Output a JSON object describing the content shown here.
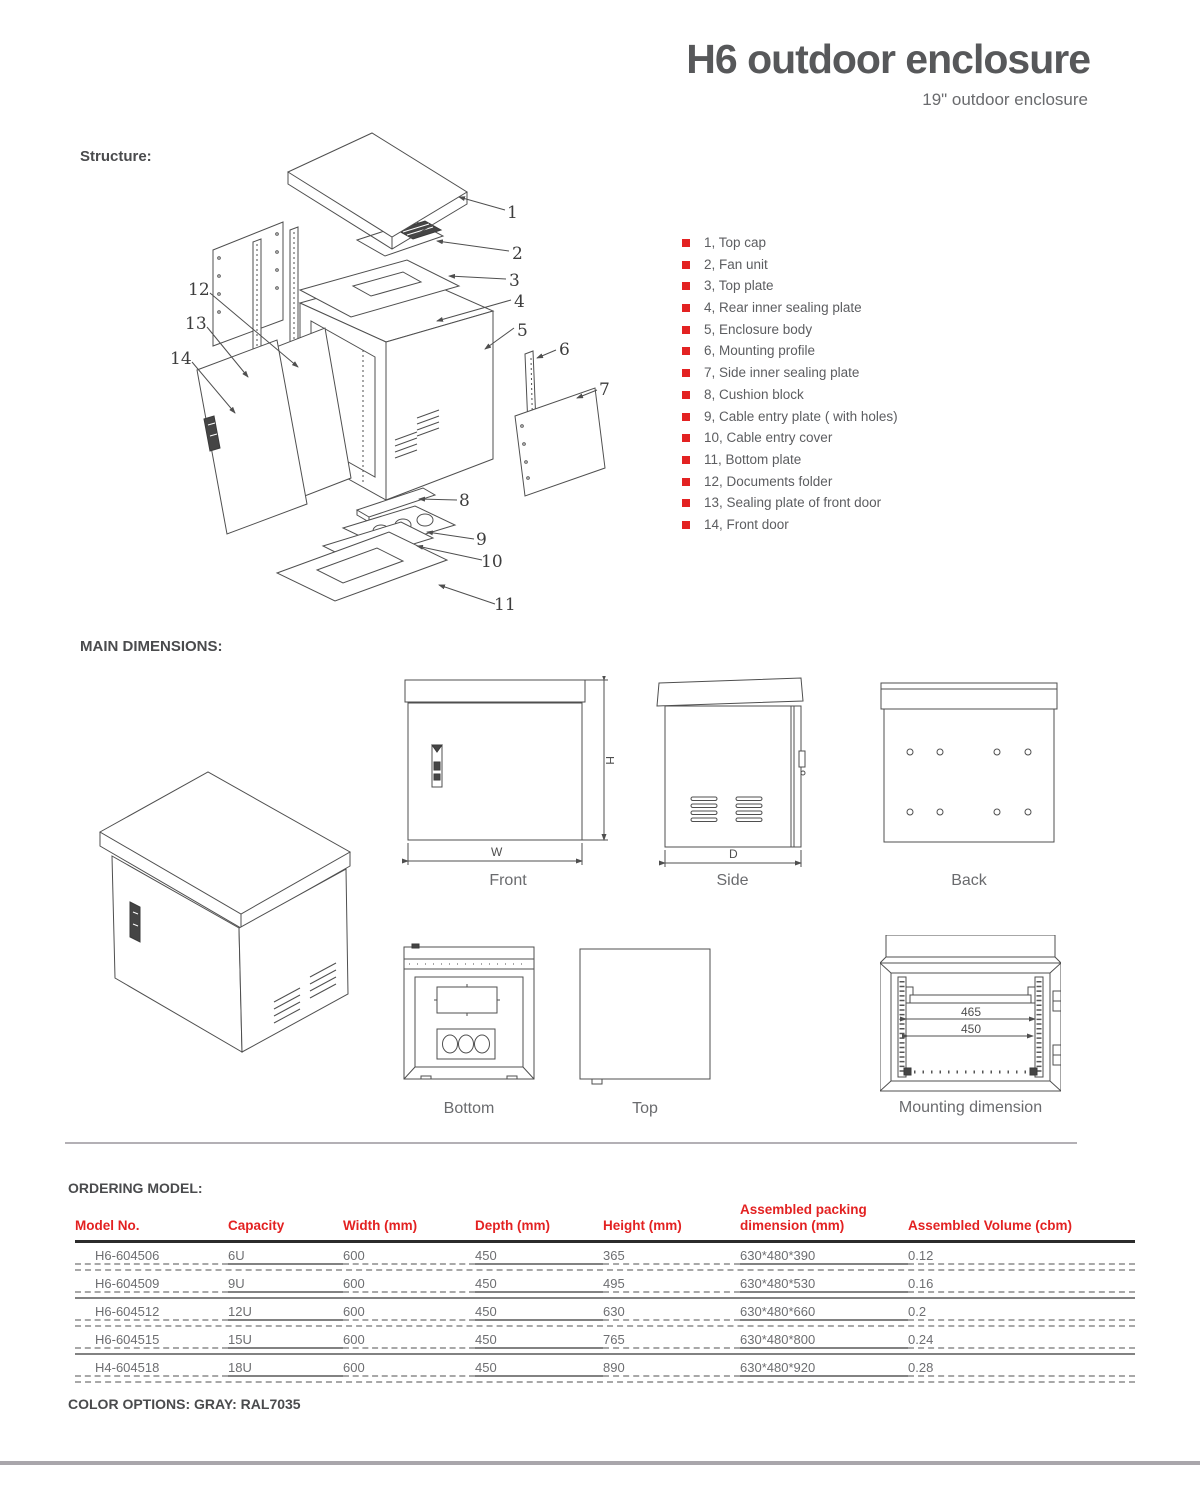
{
  "page": {
    "title": "H6 outdoor enclosure",
    "subtitle": "19\" outdoor enclosure",
    "accent_red": "#e32222",
    "footer_bar_color": "#a9a6ab"
  },
  "structure": {
    "heading": "Structure:",
    "parts": [
      "1, Top cap",
      "2,  Fan unit",
      "3,  Top plate",
      "4, Rear inner sealing plate",
      "5,  Enclosure body",
      "6,  Mounting profile",
      "7, Side inner sealing plate",
      "8, Cushion block",
      "9, Cable entry plate ( with holes)",
      "10, Cable entry cover",
      "11, Bottom plate",
      "12, Documents folder",
      "13, Sealing plate of front door",
      "14, Front door"
    ],
    "callouts": [
      "1",
      "2",
      "3",
      "4",
      "5",
      "6",
      "7",
      "8",
      "9",
      "10",
      "11",
      "12",
      "13",
      "14"
    ]
  },
  "dimensions": {
    "heading": "MAIN DIMENSIONS:",
    "width_label": "W",
    "height_label": "H",
    "depth_label": "D",
    "mounting_width_outer": "465",
    "mounting_width_inner": "450",
    "captions": {
      "front": "Front",
      "side": "Side",
      "back": "Back",
      "bottom": "Bottom",
      "top": "Top",
      "mounting": "Mounting dimension"
    }
  },
  "ordering": {
    "heading": "ORDERING MODEL:",
    "columns": [
      "Model No.",
      "Capacity",
      "Width (mm)",
      "Depth (mm)",
      "Height (mm)",
      "Assembled packing dimension (mm)",
      "Assembled  Volume (cbm)"
    ],
    "rows": [
      [
        "H6-604506",
        "6U",
        "600",
        "450",
        "365",
        "630*480*390",
        "0.12"
      ],
      [
        "H6-604509",
        "9U",
        "600",
        "450",
        "495",
        "630*480*530",
        "0.16"
      ],
      [
        "H6-604512",
        "12U",
        "600",
        "450",
        "630",
        "630*480*660",
        "0.2"
      ],
      [
        "H6-604515",
        "15U",
        "600",
        "450",
        "765",
        "630*480*800",
        "0.24"
      ],
      [
        "H4-604518",
        "18U",
        "600",
        "450",
        "890",
        "630*480*920",
        "0.28"
      ]
    ]
  },
  "color_options": "COLOR OPTIONS: GRAY: RAL7035"
}
